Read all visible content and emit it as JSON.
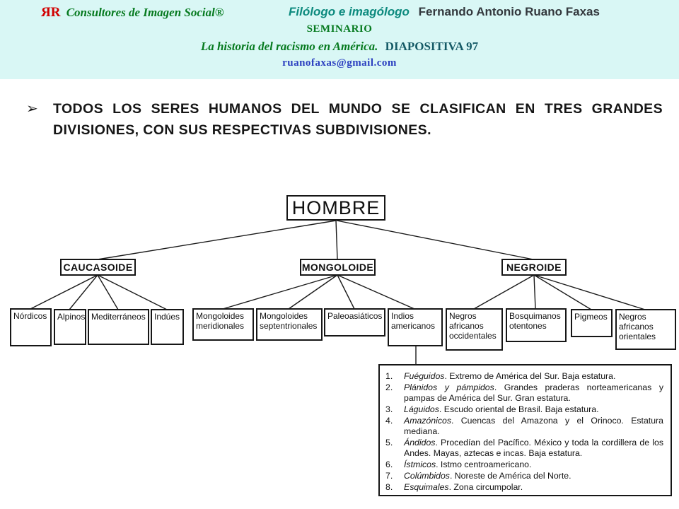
{
  "header": {
    "brand_prefix": "ЯR",
    "brand_name": "Consultores de Imagen Social®",
    "role": "Filólogo e imagólogo",
    "author": "Fernando Antonio Ruano Faxas",
    "seminar": "SEMINARIO",
    "seminar_title": "La historia del racismo en América.",
    "slide_label": "DIAPOSITIVA 97",
    "email": "ruanofaxas@gmail.com"
  },
  "bullet": {
    "marker": "➢",
    "text": "TODOS LOS SERES HUMANOS DEL MUNDO SE CLASIFICAN EN TRES GRANDES DIVISIONES, CON SUS RESPECTIVAS SUBDIVISIONES."
  },
  "tree": {
    "root": "HOMBRE",
    "divisions": [
      {
        "label": "CAUCASOIDE",
        "children": [
          "Nórdicos",
          "Alpinos",
          "Mediterráneos",
          "Indúes"
        ]
      },
      {
        "label": "MONGOLOIDE",
        "children": [
          "Mongoloides meridionales",
          "Mongoloides septentrionales",
          "Paleoasiáticos",
          "Indios americanos"
        ]
      },
      {
        "label": "NEGROIDE",
        "children": [
          "Negros africanos occidentales",
          "Bosquimanos otentones",
          "Pigmeos",
          "Negros africanos orientales"
        ]
      }
    ]
  },
  "detail": {
    "items": [
      {
        "num": "1.",
        "term": "Fuéguidos",
        "desc": ". Extremo de América del Sur. Baja estatura."
      },
      {
        "num": "2.",
        "term": "Plánidos y pámpidos",
        "desc": ". Grandes praderas norteamericanas y pampas de América del Sur. Gran estatura."
      },
      {
        "num": "3.",
        "term": "Láguidos",
        "desc": ". Escudo oriental de Brasil. Baja estatura."
      },
      {
        "num": "4.",
        "term": "Amazónicos",
        "desc": ". Cuencas del Amazona y el Orinoco. Estatura mediana."
      },
      {
        "num": "5.",
        "term": "Ándidos",
        "desc": ". Procedían del Pacífico. México y toda la cordillera de los Andes. Mayas, aztecas e incas. Baja estatura."
      },
      {
        "num": "6.",
        "term": "Ístmicos",
        "desc": ". Istmo centroamericano."
      },
      {
        "num": "7.",
        "term": "Colúmbidos",
        "desc": ". Noreste de América del Norte."
      },
      {
        "num": "8.",
        "term": "Esquimales",
        "desc": ". Zona circumpolar."
      }
    ]
  },
  "colors": {
    "header_band": "#d9f7f5",
    "brand_red": "#d10000",
    "green_text": "#067a1f",
    "teal_role": "#0d8a7e",
    "slide_label_dark": "#155a66",
    "email_blue": "#2b3fc0",
    "box_border": "#161616"
  }
}
